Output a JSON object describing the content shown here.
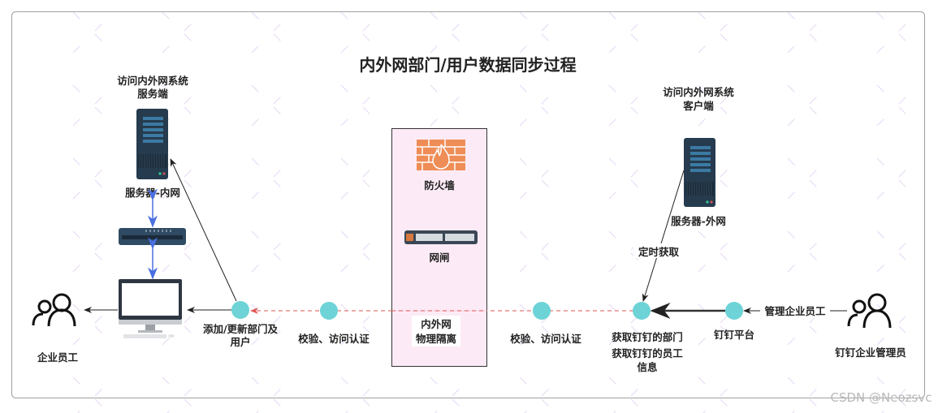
{
  "title": "内外网部门/用户数据同步过程",
  "server_side": {
    "heading_line1": "访问内外网系统",
    "heading_line2": "服务端",
    "server_label": "服务器-内网"
  },
  "client_side": {
    "heading_line1": "访问内外网系统",
    "heading_line2": "客户端",
    "server_label": "服务器-外网"
  },
  "isolation": {
    "firewall_label": "防火墙",
    "gateway_label": "网闸",
    "label_line1": "内外网",
    "label_line2": "物理隔离"
  },
  "actors": {
    "employee": "企业员工",
    "admin": "钉钉企业管理员"
  },
  "steps": {
    "add_update_line1": "添加/更新部门及",
    "add_update_line2": "用户",
    "verify_inner": "校验、访问认证",
    "verify_outer": "校验、访问认证",
    "fetch_line1": "获取钉钉的部门",
    "fetch_line2": "获取钉钉的员工",
    "fetch_line3": "信息",
    "dingtalk_platform": "钉钉平台",
    "manage_employees": "管理企业员工",
    "scheduled_fetch": "定时获取"
  },
  "footer": "CSDN @Neozsvc",
  "colors": {
    "node": "#6dd3d6",
    "isolation_fill": "#fce8f4",
    "firewall": "#ef8d57",
    "server": "#263b4e",
    "blue_link": "#4a6fe0",
    "red_dashed": "#e05555"
  }
}
